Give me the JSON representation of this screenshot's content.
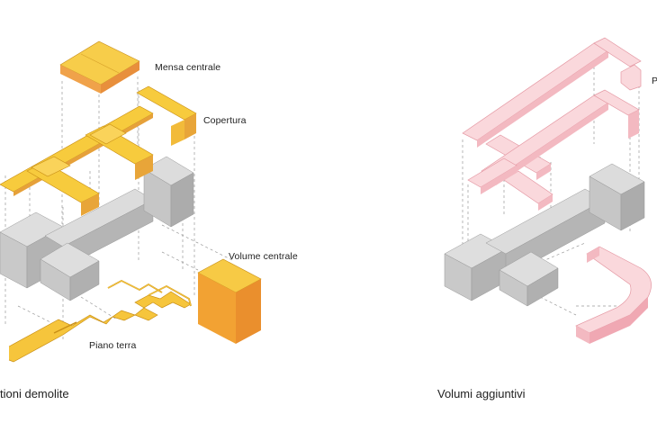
{
  "left_diagram": {
    "labels": {
      "mensa": "Mensa centrale",
      "copertura": "Copertura",
      "volume": "Volume centrale",
      "piano": "Piano terra"
    },
    "caption": "tioni demolite",
    "colors": {
      "demolished": "#f5c33a",
      "demolished_side": "#e9a534",
      "volume": "#f2a233"
    }
  },
  "right_diagram": {
    "label_partial": "P",
    "caption": "Volumi aggiuntivi",
    "colors": {
      "added": "#f9d3d8",
      "added_edge": "#e99aa5"
    }
  },
  "existing_colors": {
    "top": "#dcdcdc",
    "side_light": "#c8c8c8",
    "side_dark": "#b2b2b2"
  }
}
